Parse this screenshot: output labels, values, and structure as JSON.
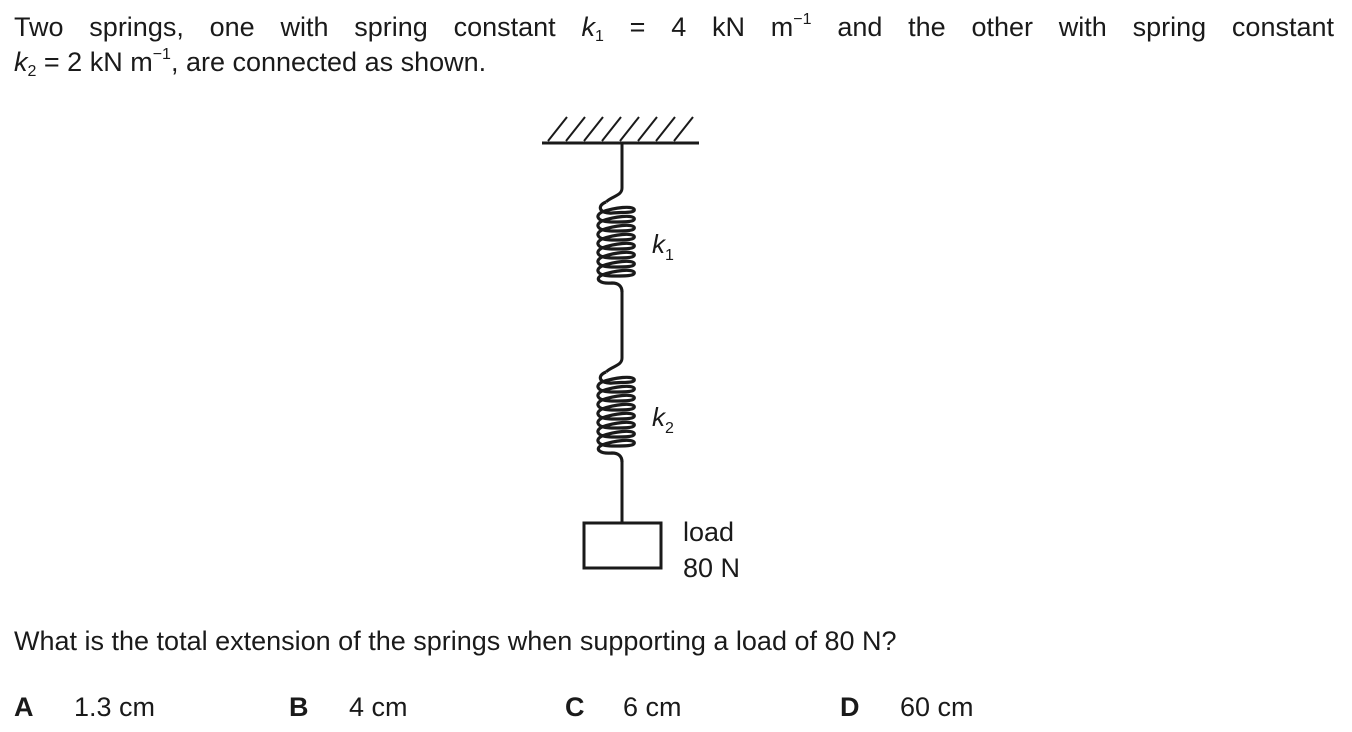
{
  "intro": {
    "line1_a": "Two springs, one with spring constant ",
    "k1_symbol": "k",
    "k1_sub": "1",
    "eq1": " = 4 kN m",
    "unit_exp": "−1",
    "line1_b": " and the other with spring constant",
    "k2_symbol": "k",
    "k2_sub": "2",
    "eq2": " = 2 kN m",
    "line2_b": ", are connected as shown."
  },
  "diagram": {
    "k1_label": "k",
    "k1_sub": "1",
    "k2_label": "k",
    "k2_sub": "2",
    "load_label_1": "load",
    "load_label_2": "80 N"
  },
  "question": "What is the total extension of the springs when supporting a load of 80 N?",
  "options": [
    {
      "letter": "A",
      "value": "1.3 cm"
    },
    {
      "letter": "B",
      "value": "4 cm"
    },
    {
      "letter": "C",
      "value": "6 cm"
    },
    {
      "letter": "D",
      "value": "60 cm"
    }
  ]
}
